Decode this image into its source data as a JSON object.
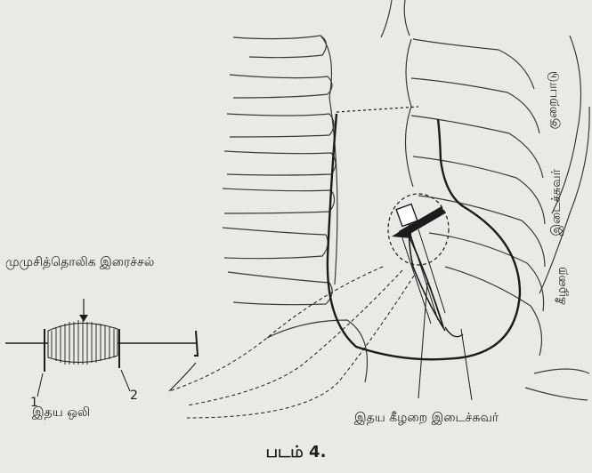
{
  "labels": {
    "murmur": "முமுசித்தொலிக  இரைச்சல்",
    "heart_sound": "இதய ஒலி",
    "marker_1": "1",
    "marker_2": "2",
    "septum": "இதய கீழறை இடைச்சுவர்",
    "vertical_top": "குறைபாடு",
    "vertical_mid": "இடைச்சுவர்",
    "vertical_bot": "கீழறை",
    "caption": "படம் 4."
  }
}
